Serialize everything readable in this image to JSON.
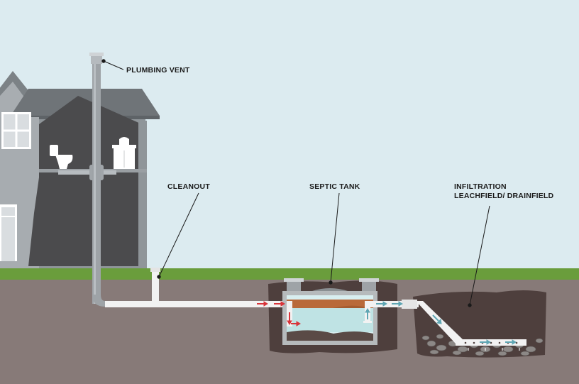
{
  "labels": {
    "plumbing_vent": "PLUMBING VENT",
    "cleanout": "CLEANOUT",
    "septic_tank": "SEPTIC TANK",
    "infiltration_line1": "INFILTRATION",
    "infiltration_line2": "LEACHFIELD/ DRAINFIELD"
  },
  "colors": {
    "sky": "#dcebf0",
    "grass": "#6a9d3c",
    "soil": "#877a78",
    "dark_soil": "#4e3f3d",
    "house_siding": "#8f9599",
    "house_interior": "#4b4b4d",
    "pipe": "#f2f2f2",
    "water": "#bfe3e4",
    "scum": "#b96a3a",
    "flow_arrow_in": "#d8343a",
    "flow_arrow_out": "#5fa6b3"
  }
}
